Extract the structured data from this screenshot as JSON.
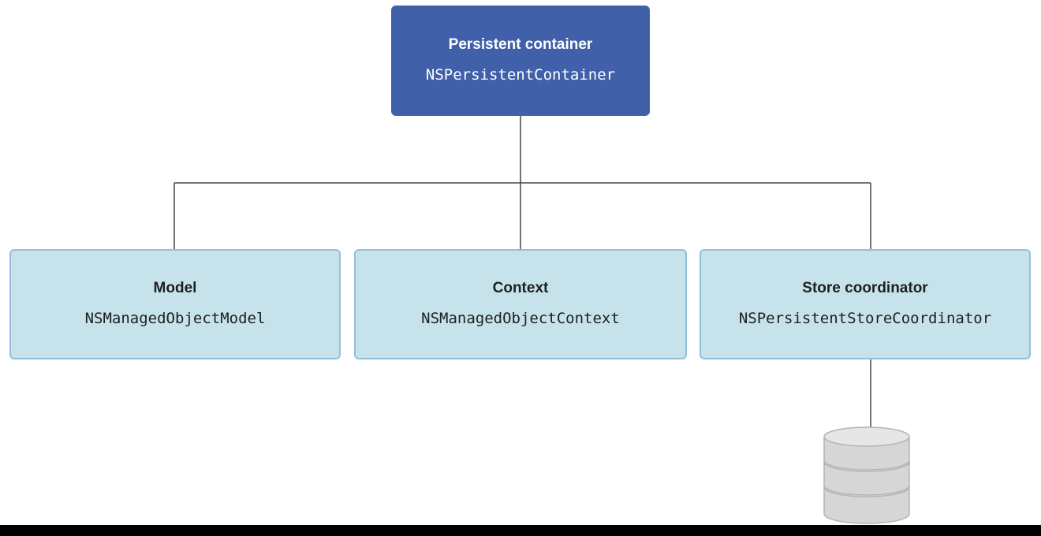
{
  "diagram": {
    "root": {
      "title": "Persistent container",
      "class_name": "NSPersistentContainer",
      "color": "#4060aa"
    },
    "children": [
      {
        "title": "Model",
        "class_name": "NSManagedObjectModel"
      },
      {
        "title": "Context",
        "class_name": "NSManagedObjectContext"
      },
      {
        "title": "Store coordinator",
        "class_name": "NSPersistentStoreCoordinator"
      }
    ],
    "child_fill_color": "#c6e3ec",
    "child_border_color": "#93bfdf",
    "connector_color": "#444444",
    "database_icon": "database-icon",
    "database_color": "#d6d6d6"
  }
}
